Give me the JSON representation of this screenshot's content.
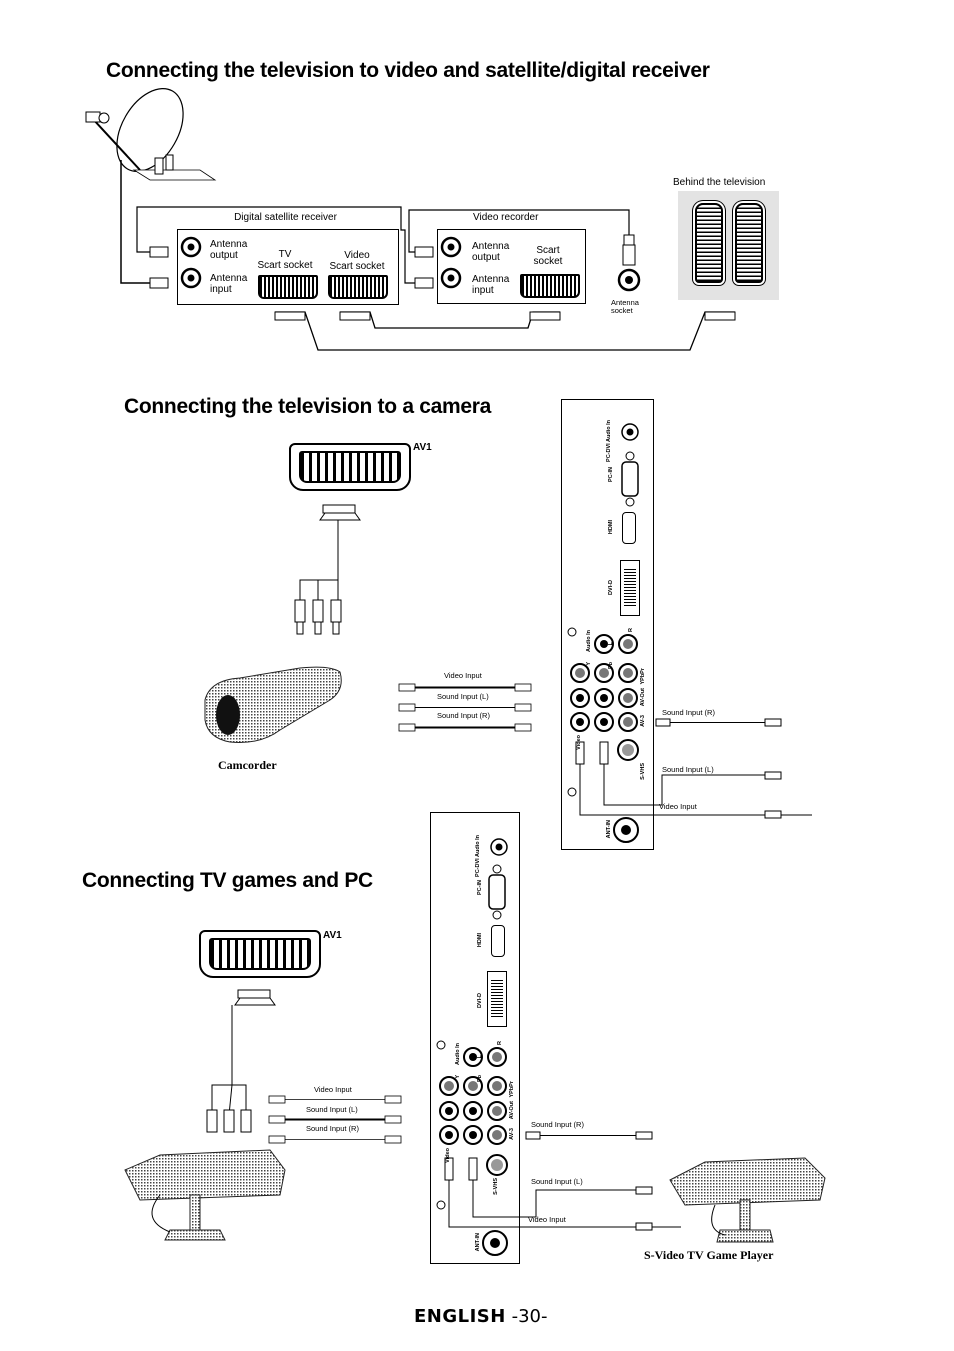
{
  "section1": {
    "title": "Connecting the television to video and satellite/digital receiver",
    "satellite_receiver": {
      "label": "Digital satellite receiver",
      "antenna_output": "Antenna\noutput",
      "antenna_input": "Antenna\ninput",
      "tv_scart": "TV\nScart socket",
      "video_scart": "Video\nScart socket"
    },
    "video_recorder": {
      "label": "Video recorder",
      "antenna_output": "Antenna\noutput",
      "antenna_input": "Antenna\ninput",
      "scart": "Scart\nsocket"
    },
    "antenna_socket": "Antenna\nsocket",
    "behind_tv": "Behind the television"
  },
  "section2": {
    "title": "Connecting the television to a camera",
    "av1": "AV1",
    "device": "Camcorder",
    "cables": [
      "Video Input",
      "Sound Input (L)",
      "Sound Input (R)"
    ],
    "right_cables": [
      "Sound Input (R)",
      "Sound Input (L)",
      "Video Input"
    ]
  },
  "section3": {
    "title": "Connecting TV games and PC",
    "av1": "AV1",
    "device": "S-Video TV Game Player",
    "cables": [
      "Video Input",
      "Sound Input (L)",
      "Sound Input (R)"
    ],
    "right_cables": [
      "Sound Input (R)",
      "Sound Input (L)",
      "Video Input"
    ]
  },
  "panel": {
    "pc_dvi_audio": "PC-DVI Audio In",
    "pc_in": "PC-IN",
    "hdmi": "HDMI",
    "dvi_d": "DVI-D",
    "audio_in": "Audio In",
    "l": "L",
    "r": "R",
    "y": "Y",
    "pb": "Pb",
    "pr": "Pr",
    "ypbpr": "YPbPr",
    "av_out": "AV-Out",
    "av3": "AV-3",
    "video": "Video",
    "svhs": "S-VHS",
    "ant_in": "ANT-IN"
  },
  "footer": {
    "language": "ENGLISH",
    "page": "-30-"
  }
}
